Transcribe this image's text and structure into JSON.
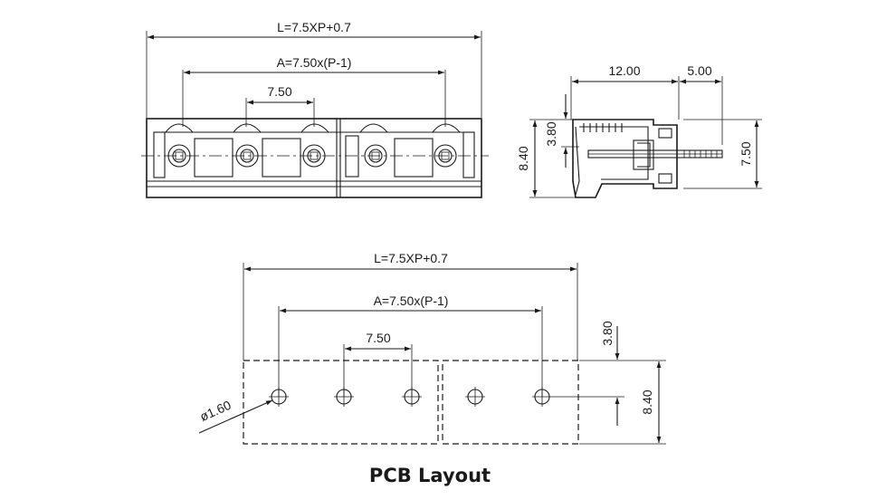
{
  "front_view": {
    "overall_length_label": "L=7.5XP+0.7",
    "pin_span_label": "A=7.50x(P-1)",
    "pitch_label": "7.50"
  },
  "side_view": {
    "depth_label": "12.00",
    "pin_length_label": "5.00",
    "pin_height_label": "3.80",
    "body_height_label": "8.40",
    "total_height_label": "7.50"
  },
  "pcb_layout": {
    "overall_length_label": "L=7.5XP+0.7",
    "pin_span_label": "A=7.50x(P-1)",
    "pitch_label": "7.50",
    "hole_diameter_label": "ø1.60",
    "hole_offset_label": "3.80",
    "height_label": "8.40",
    "title": "PCB Layout"
  }
}
